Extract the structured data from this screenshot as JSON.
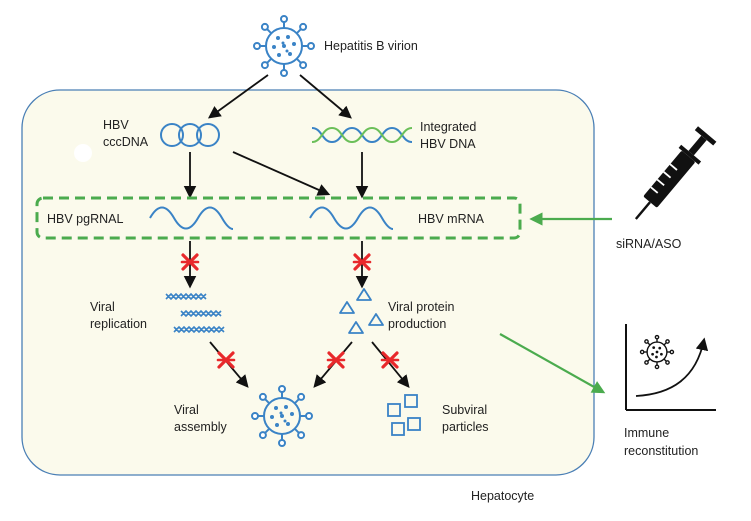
{
  "colors": {
    "cell_fill": "#fbfaec",
    "cell_border": "#4a7fb5",
    "virus_blue": "#3a83c6",
    "arrow_black": "#111111",
    "block_red": "#e8282b",
    "green": "#4bab4e",
    "syringe": "#111111"
  },
  "labels": {
    "hbv_virion": "Hepatitis B virion",
    "cccdna_1": "HBV",
    "cccdna_2": "cccDNA",
    "integrated_1": "Integrated",
    "integrated_2": "HBV DNA",
    "pgrna": "HBV pgRNAL",
    "mrna": "HBV mRNA",
    "replication_1": "Viral",
    "replication_2": "replication",
    "protein_1": "Viral protein",
    "protein_2": "production",
    "assembly_1": "Viral",
    "assembly_2": "assembly",
    "subviral_1": "Subviral",
    "subviral_2": "particles",
    "hepatocyte": "Hepatocyte",
    "therapy": "siRNA/ASO",
    "immune_1": "Immune",
    "immune_2": "reconstitution"
  },
  "icons": [
    "virion-icon",
    "cccdna-circles-icon",
    "integrated-dna-helix-icon",
    "rna-wave-icon",
    "replication-strands-icon",
    "triangles-protein-icon",
    "squares-particles-icon",
    "syringe-icon",
    "immune-chart-icon",
    "block-cross-icon"
  ]
}
